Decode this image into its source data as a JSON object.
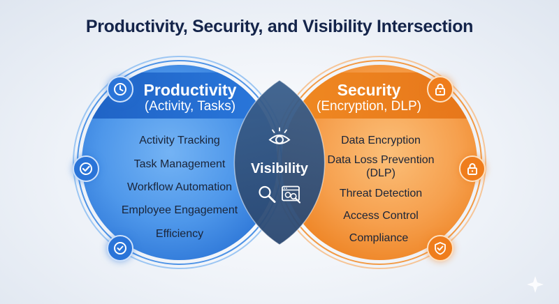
{
  "title": "Productivity, Security, and Visibility Intersection",
  "productivity": {
    "heading": "Productivity",
    "subheading": "(Activity, Tasks)",
    "items": [
      "Activity Tracking",
      "Task Management",
      "Workflow Automation",
      "Employee Engagement",
      "Efficiency"
    ]
  },
  "security": {
    "heading": "Security",
    "subheading": "(Encryption, DLP)",
    "items": [
      "Data Encryption",
      "Data Loss Prevention",
      "(DLP)",
      "Threat Detection",
      "Access Control",
      "Compliance"
    ]
  },
  "visibility": {
    "label": "Visibility"
  },
  "icons": {
    "left": [
      "clock-icon",
      "check-circle-icon",
      "clock-check-icon"
    ],
    "right": [
      "lock-icon",
      "lock-icon",
      "shield-check-icon"
    ],
    "center": [
      "eye-icon",
      "magnifier-icon",
      "dashboard-search-icon"
    ]
  },
  "colors": {
    "title": "#14244a",
    "productivity": "#2f80e0",
    "security": "#f08a24",
    "visibility": "#2e4f7a"
  }
}
